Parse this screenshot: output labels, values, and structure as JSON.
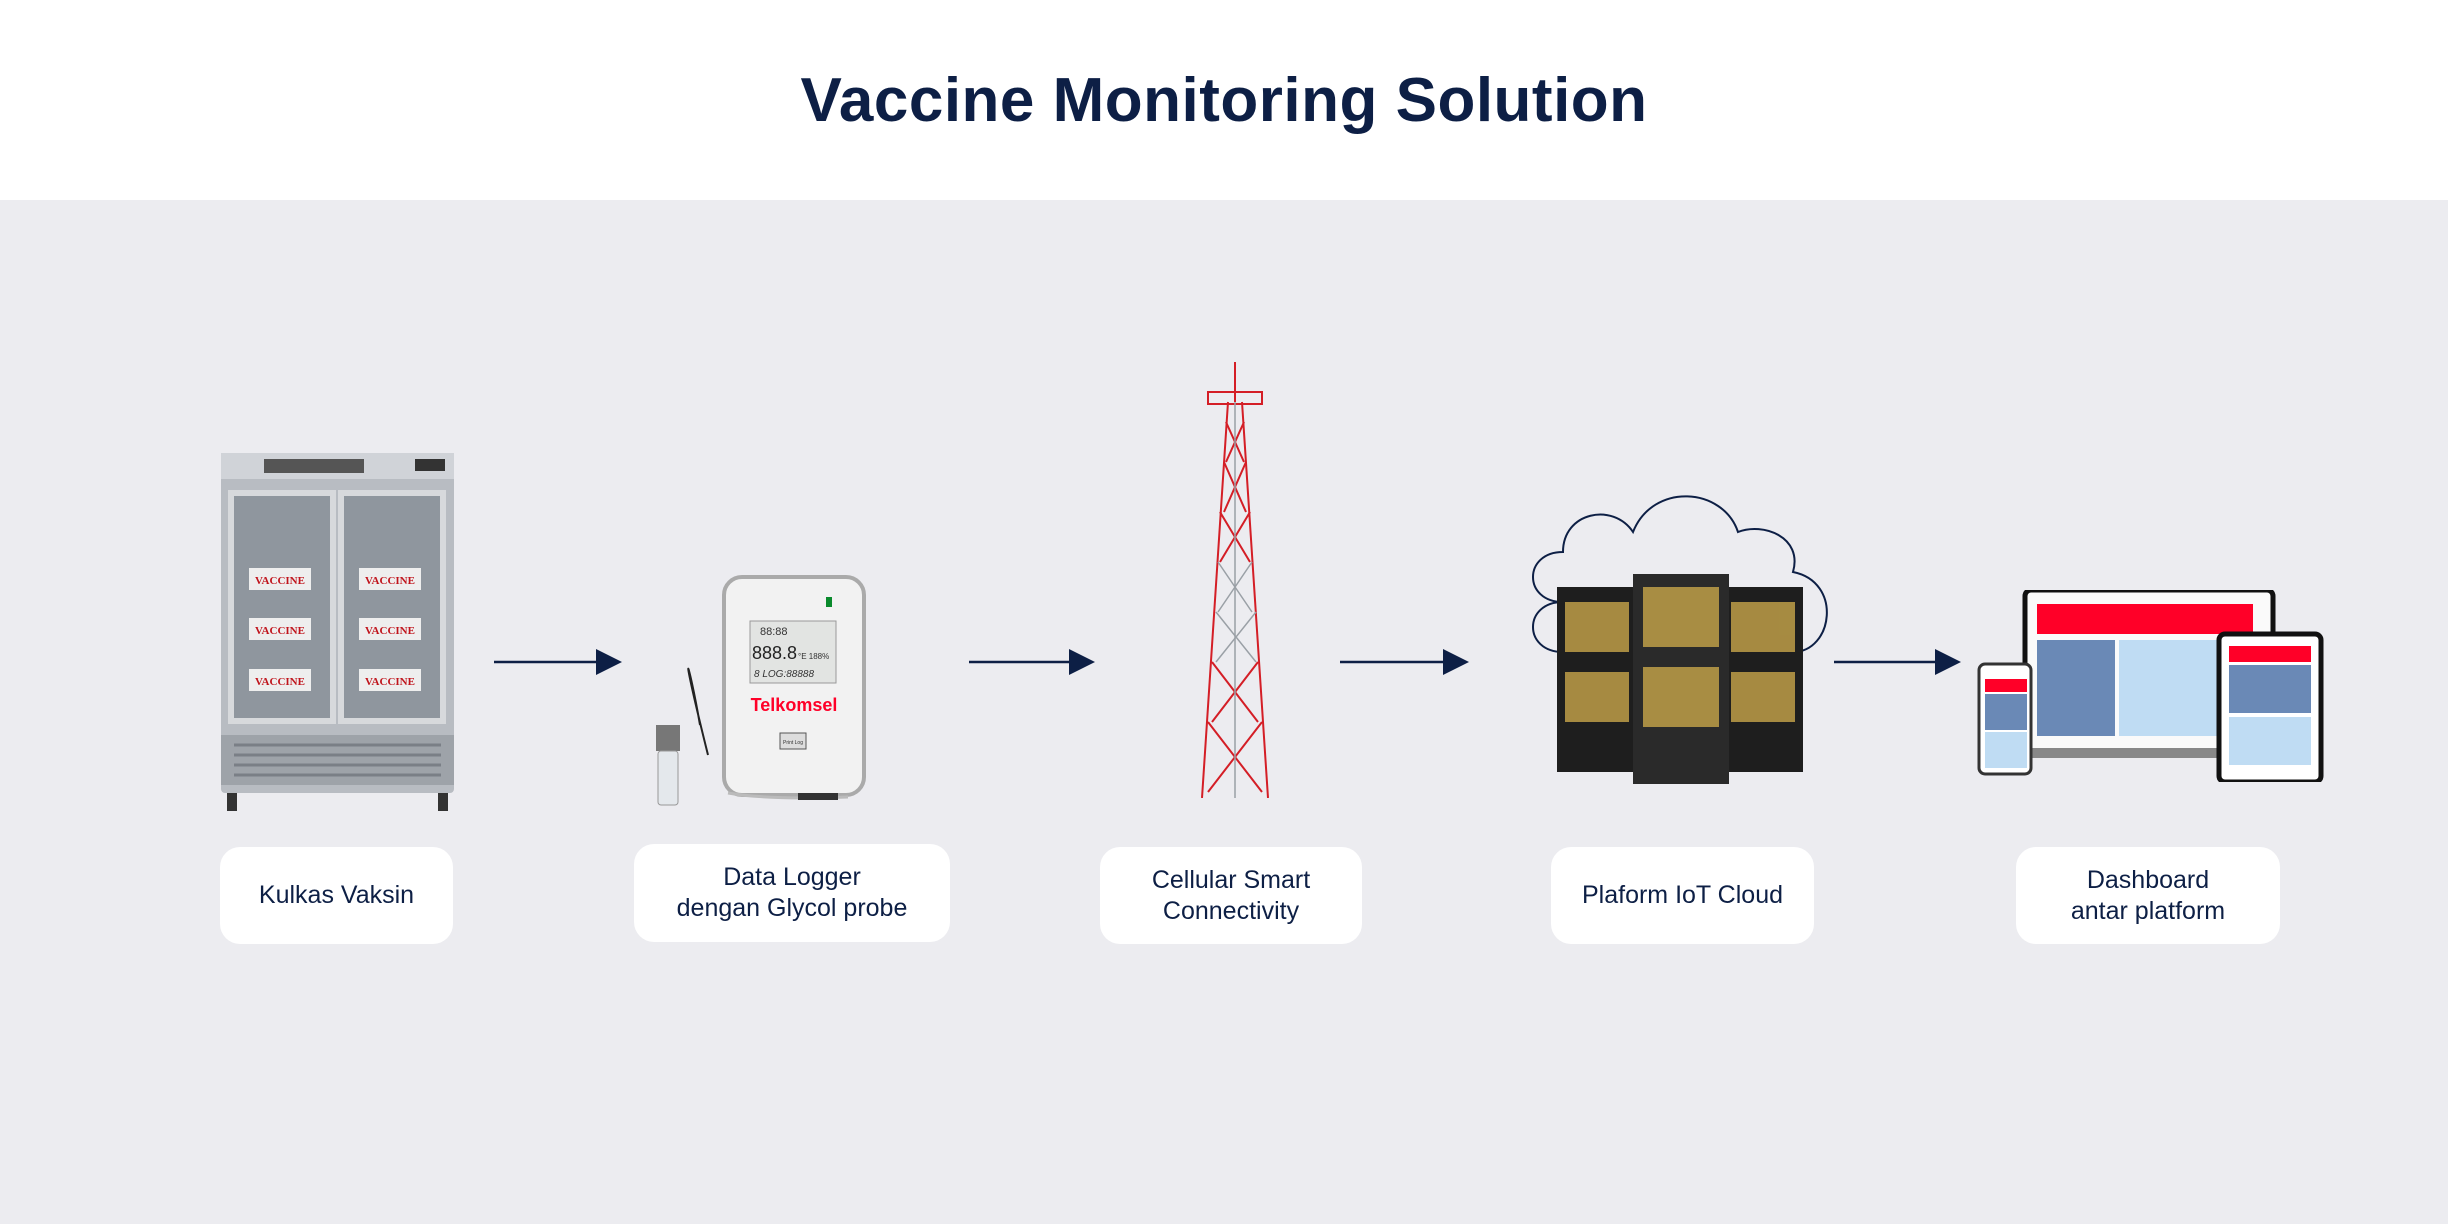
{
  "title": "Vaccine Monitoring Solution",
  "steps": [
    {
      "label": "Kulkas Vaksin",
      "icon": "vaccine-fridge-icon",
      "fridge_tag": "VACCINE"
    },
    {
      "label": "Data Logger\ndengan Glycol probe",
      "icon": "data-logger-icon",
      "brand": "Telkomsel",
      "display_top": "88:88",
      "display_main": "888.8",
      "display_unit": "°E 188%",
      "display_bottom": "8  LOG:88888",
      "button": "Print Log"
    },
    {
      "label": "Cellular Smart\nConnectivity",
      "icon": "cell-tower-icon"
    },
    {
      "label": "Plaform IoT Cloud",
      "icon": "cloud-server-icon"
    },
    {
      "label": "Dashboard\nantar platform",
      "icon": "multi-device-dashboard-icon"
    }
  ],
  "colors": {
    "navy": "#0d1f45",
    "red": "#ff0028",
    "background": "#ececf0",
    "blue_dark": "#6a89b6",
    "blue_light": "#bfdcf3"
  }
}
